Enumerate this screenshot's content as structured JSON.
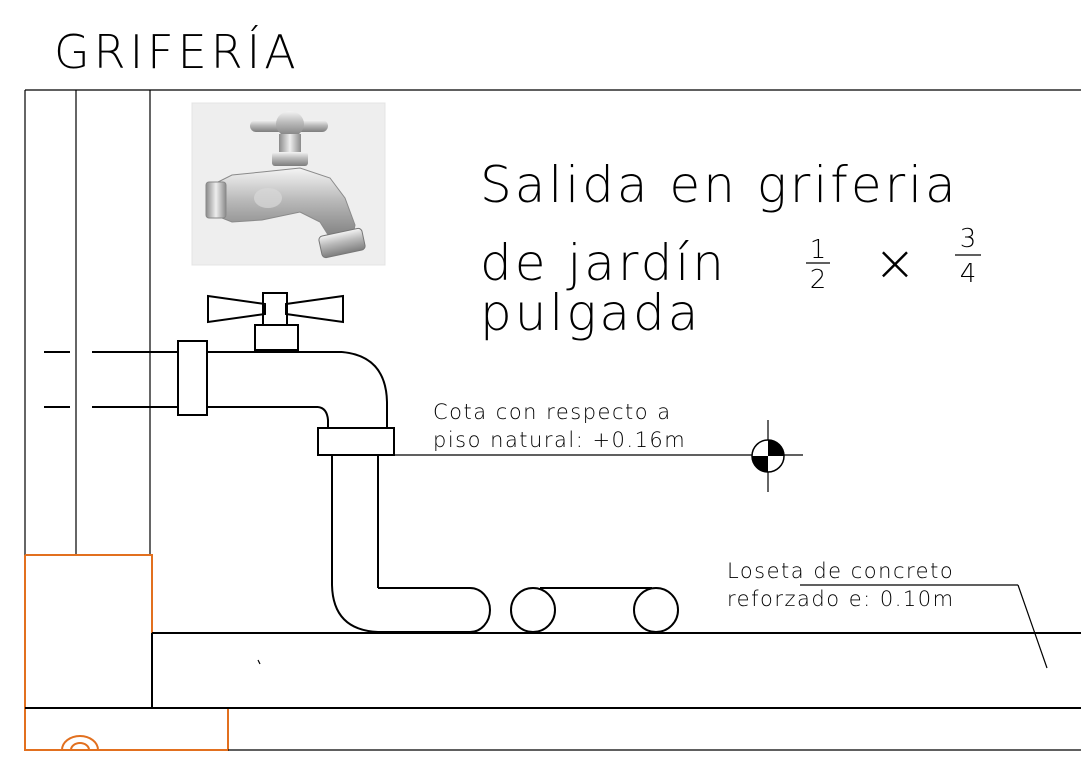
{
  "title": "GRIFERÍA",
  "main_label": {
    "line1": "Salida en griferia",
    "line2_prefix": "de jardín",
    "frac1_num": "1",
    "frac1_den": "2",
    "times": "×",
    "frac2_num": "3",
    "frac2_den": "4",
    "line3": "pulgada"
  },
  "cota_label": {
    "line1": "Cota con respecto a",
    "line2": "piso natural: +0.16m"
  },
  "slab_label": {
    "line1": "Loseta de concreto",
    "line2": "reforzado e: 0.10m"
  },
  "photo": {
    "subject": "garden-faucet-photo"
  },
  "colors": {
    "line": "#000000",
    "accent": "#e2701f",
    "background": "#ffffff"
  }
}
